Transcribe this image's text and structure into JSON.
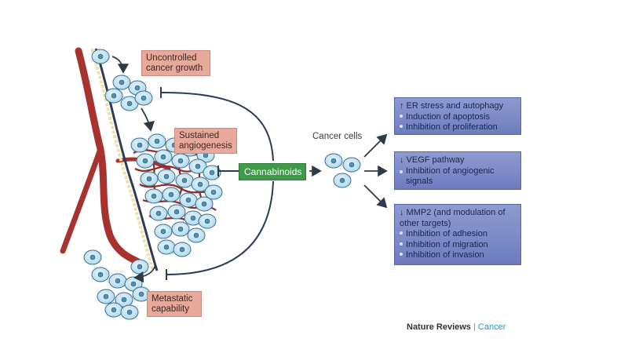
{
  "labels": {
    "uncontrolled": [
      "Uncontrolled",
      "cancer growth"
    ],
    "sustained": [
      "Sustained",
      "angiogenesis"
    ],
    "metastatic": [
      "Metastatic",
      "capability"
    ],
    "cannabinoids": "Cannabinoids",
    "cancer_cells": "Cancer cells"
  },
  "panels": [
    {
      "heading": "↑ ER stress and autophagy",
      "items": [
        "Induction of apoptosis",
        "Inhibition of proliferation"
      ]
    },
    {
      "heading": "↓ VEGF pathway",
      "items": [
        "Inhibition of  angiogenic signals"
      ]
    },
    {
      "heading": "↓ MMP2 (and modulation of other targets)",
      "items": [
        "Inhibition of adhesion",
        "Inhibition of migration",
        "Inhibition of invasion"
      ]
    }
  ],
  "credit": {
    "journal": "Nature Reviews",
    "separator": "|",
    "section": "Cancer"
  },
  "colors": {
    "label_pink": "#e8a89a",
    "cannabinoid_green": "#3f9a4a",
    "panel_blue": "#7b89c6",
    "cell_fill": "#c9e6f4",
    "vessel_red": "#a8322e",
    "arrow_dark": "#2f3a48"
  },
  "icons": [
    "cell-cluster-icon",
    "blood-vessel-icon",
    "arrow-icon",
    "inhibition-bar-icon"
  ]
}
